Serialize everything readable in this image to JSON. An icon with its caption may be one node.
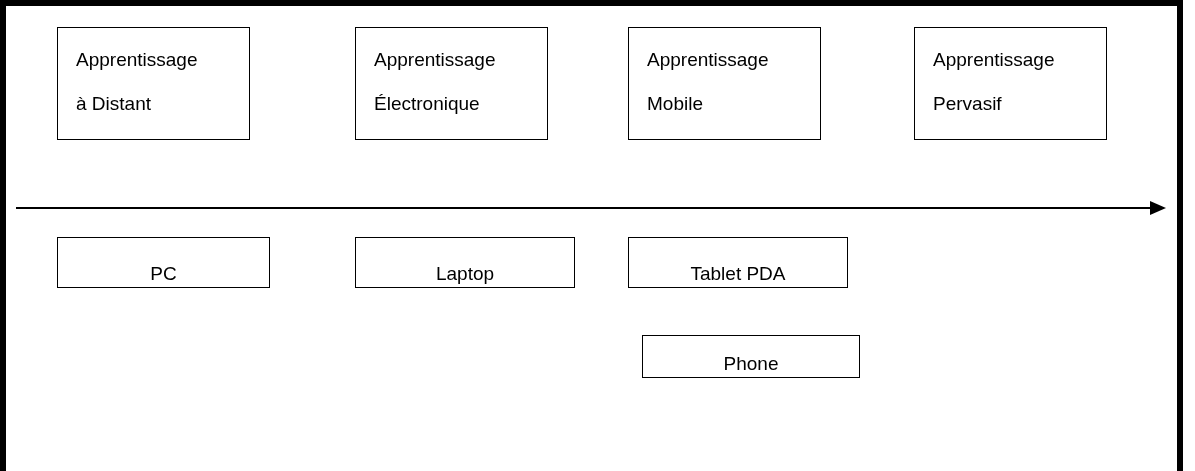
{
  "diagram": {
    "nodes": [
      {
        "text": [
          "Apprentissage à Distant"
        ]
      },
      {
        "text": [
          "Apprentissage Électronique"
        ]
      },
      {
        "text": [
          "Apprentissage Mobile"
        ]
      },
      {
        "text": [
          "Apprentissage Pervasif"
        ]
      },
      {
        "text": [
          "PC"
        ]
      },
      {
        "text": [
          "Laptop"
        ]
      },
      {
        "text": [
          "Tablet PDA"
        ]
      },
      {
        "text": [
          "Phone"
        ]
      }
    ]
  }
}
